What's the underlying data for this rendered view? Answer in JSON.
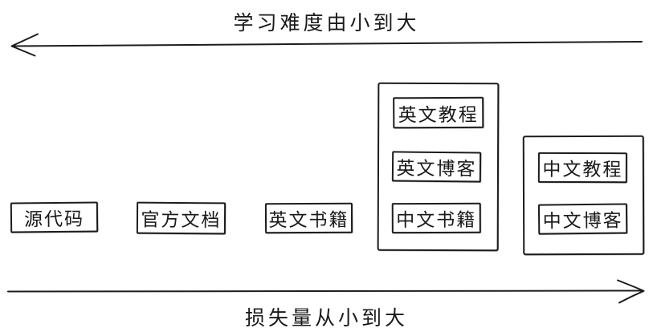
{
  "axes": {
    "difficulty": {
      "label": "学习难度由小到大",
      "arrow_direction": "left"
    },
    "loss": {
      "label": "损失量从小到大",
      "arrow_direction": "right"
    }
  },
  "nodes": [
    {
      "label": "源代码"
    },
    {
      "label": "官方文档"
    },
    {
      "label": "英文书籍"
    }
  ],
  "groups": [
    {
      "items": [
        {
          "label": "英文教程"
        },
        {
          "label": "英文博客"
        },
        {
          "label": "中文书籍"
        }
      ]
    },
    {
      "items": [
        {
          "label": "中文教程"
        },
        {
          "label": "中文博客"
        }
      ]
    }
  ],
  "colors": {
    "stroke": "#1c1c1c",
    "text": "#1a1a1a",
    "background": "#ffffff"
  }
}
